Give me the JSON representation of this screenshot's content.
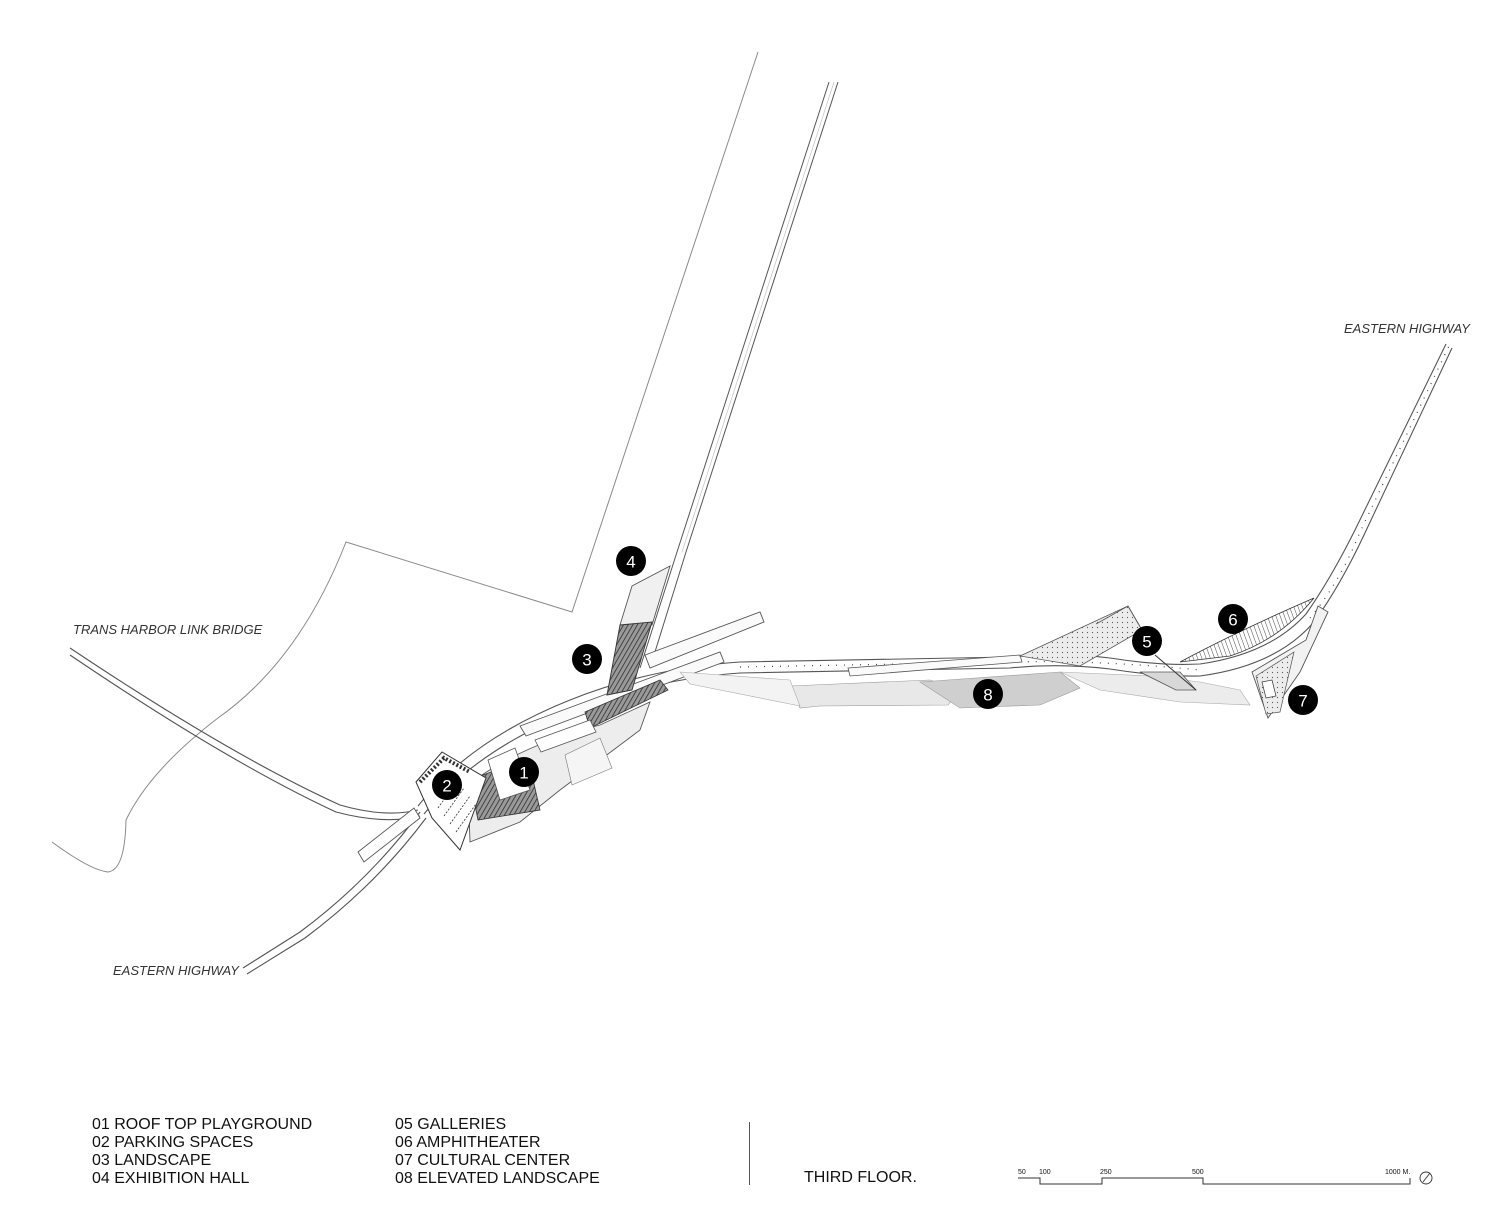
{
  "road_labels": {
    "trans_harbor": "TRANS HARBOR LINK BRIDGE",
    "eastern_highway_east": "EASTERN HIGHWAY",
    "eastern_highway_west": "EASTERN HIGHWAY"
  },
  "markers": [
    "1",
    "2",
    "3",
    "4",
    "5",
    "6",
    "7",
    "8"
  ],
  "legend": {
    "column_1": [
      "01 ROOF TOP PLAYGROUND",
      "02 PARKING SPACES",
      "03 LANDSCAPE",
      "04 EXHIBITION HALL"
    ],
    "column_2": [
      "05 GALLERIES",
      "06 AMPHITHEATER",
      "07 CULTURAL CENTER",
      "08 ELEVATED LANDSCAPE"
    ]
  },
  "floor_title": "THIRD FLOOR.",
  "scale_bar": {
    "labels": [
      "50",
      "100",
      "250",
      "500",
      "1000 M."
    ]
  },
  "colors": {
    "line": "#555555",
    "marker_fill": "#000000",
    "hatch": "#3a3a3a",
    "light_fill": "#e6e6e6",
    "mid_fill": "#c8c8c8"
  }
}
